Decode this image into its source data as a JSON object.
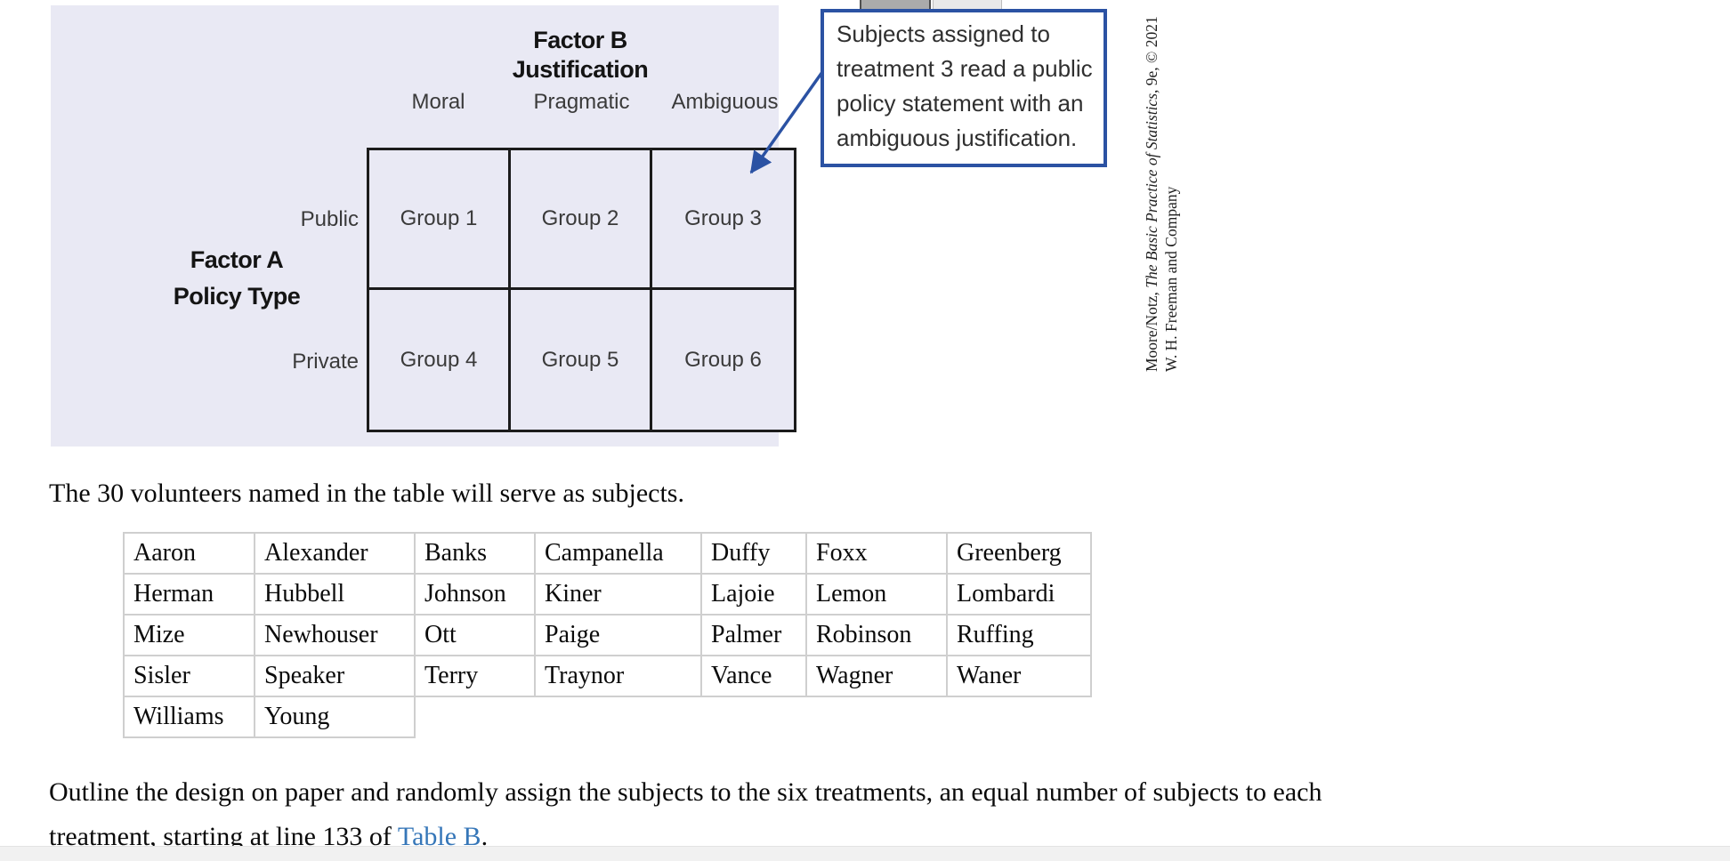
{
  "figure": {
    "factor_b_title": "Factor B",
    "factor_b_subtitle": "Justification",
    "factor_a_title": "Factor A",
    "factor_a_subtitle": "Policy Type",
    "col_labels": [
      "Moral",
      "Pragmatic",
      "Ambiguous"
    ],
    "row_labels": [
      "Public",
      "Private"
    ],
    "cells": [
      [
        "Group 1",
        "Group 2",
        "Group 3"
      ],
      [
        "Group 4",
        "Group 5",
        "Group 6"
      ]
    ],
    "callout": {
      "line1": "Subjects assigned to",
      "line2": "treatment 3 read a public",
      "line3": "policy statement with an",
      "line4": "ambiguous justification."
    },
    "credit": {
      "line1_pre": "Moore/Notz, ",
      "line1_title": "The Basic Practice of Statistics",
      "line1_post": ", 9e, © 2021",
      "line2": "W. H. Freeman and Company"
    }
  },
  "body": {
    "intro": "The 30 volunteers named in the table will serve as subjects.",
    "outline_line1": "Outline the design on paper and randomly assign the subjects to the six treatments, an equal number of subjects to each",
    "outline_line2_pre": "treatment, starting at line 133 of ",
    "link_text": "Table B",
    "after_link": "."
  },
  "names_table": {
    "rows": [
      [
        "Aaron",
        "Alexander",
        "Banks",
        "Campanella",
        "Duffy",
        "Foxx",
        "Greenberg"
      ],
      [
        "Herman",
        "Hubbell",
        "Johnson",
        "Kiner",
        "Lajoie",
        "Lemon",
        "Lombardi"
      ],
      [
        "Mize",
        "Newhouser",
        "Ott",
        "Paige",
        "Palmer",
        "Robinson",
        "Ruffing"
      ],
      [
        "Sisler",
        "Speaker",
        "Terry",
        "Traynor",
        "Vance",
        "Wagner",
        "Waner"
      ],
      [
        "Williams",
        "Young"
      ]
    ]
  },
  "colors": {
    "panel_bg": "#e9e9f4",
    "grid_line": "#1b1b1b",
    "callout_blue": "#2b52a3",
    "link_blue": "#3576b8",
    "table_border": "#cfcfcf"
  }
}
